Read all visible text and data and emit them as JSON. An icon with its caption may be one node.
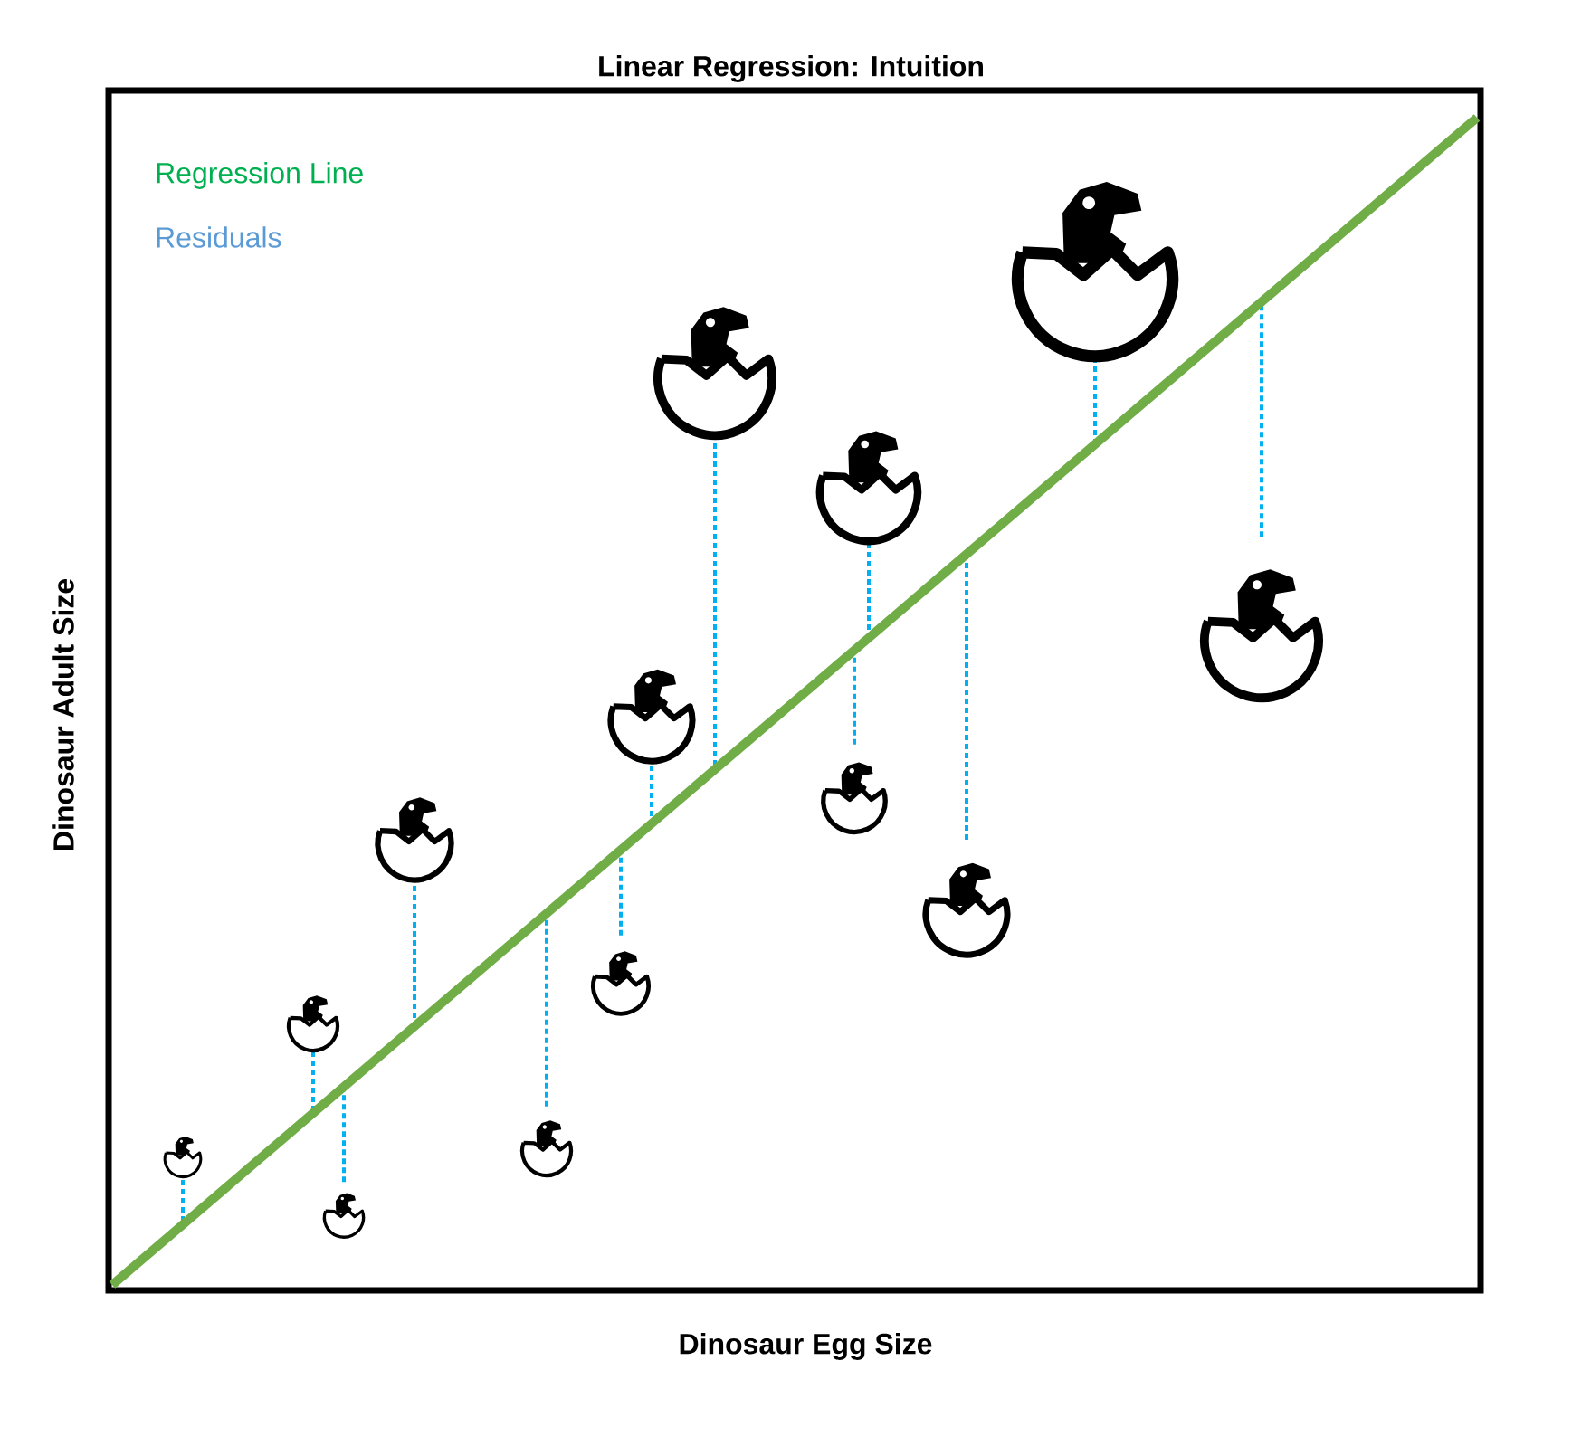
{
  "diagram": {
    "title": "Linear Regression: Intuition",
    "labels": [
      "Dinosaur Adult Size",
      "Dinosaur Egg Size"
    ],
    "legend": [
      {
        "text": "Regression Line",
        "color": "#00b050"
      },
      {
        "text": "Residuals",
        "color": "#5b9bd5"
      }
    ]
  }
}
